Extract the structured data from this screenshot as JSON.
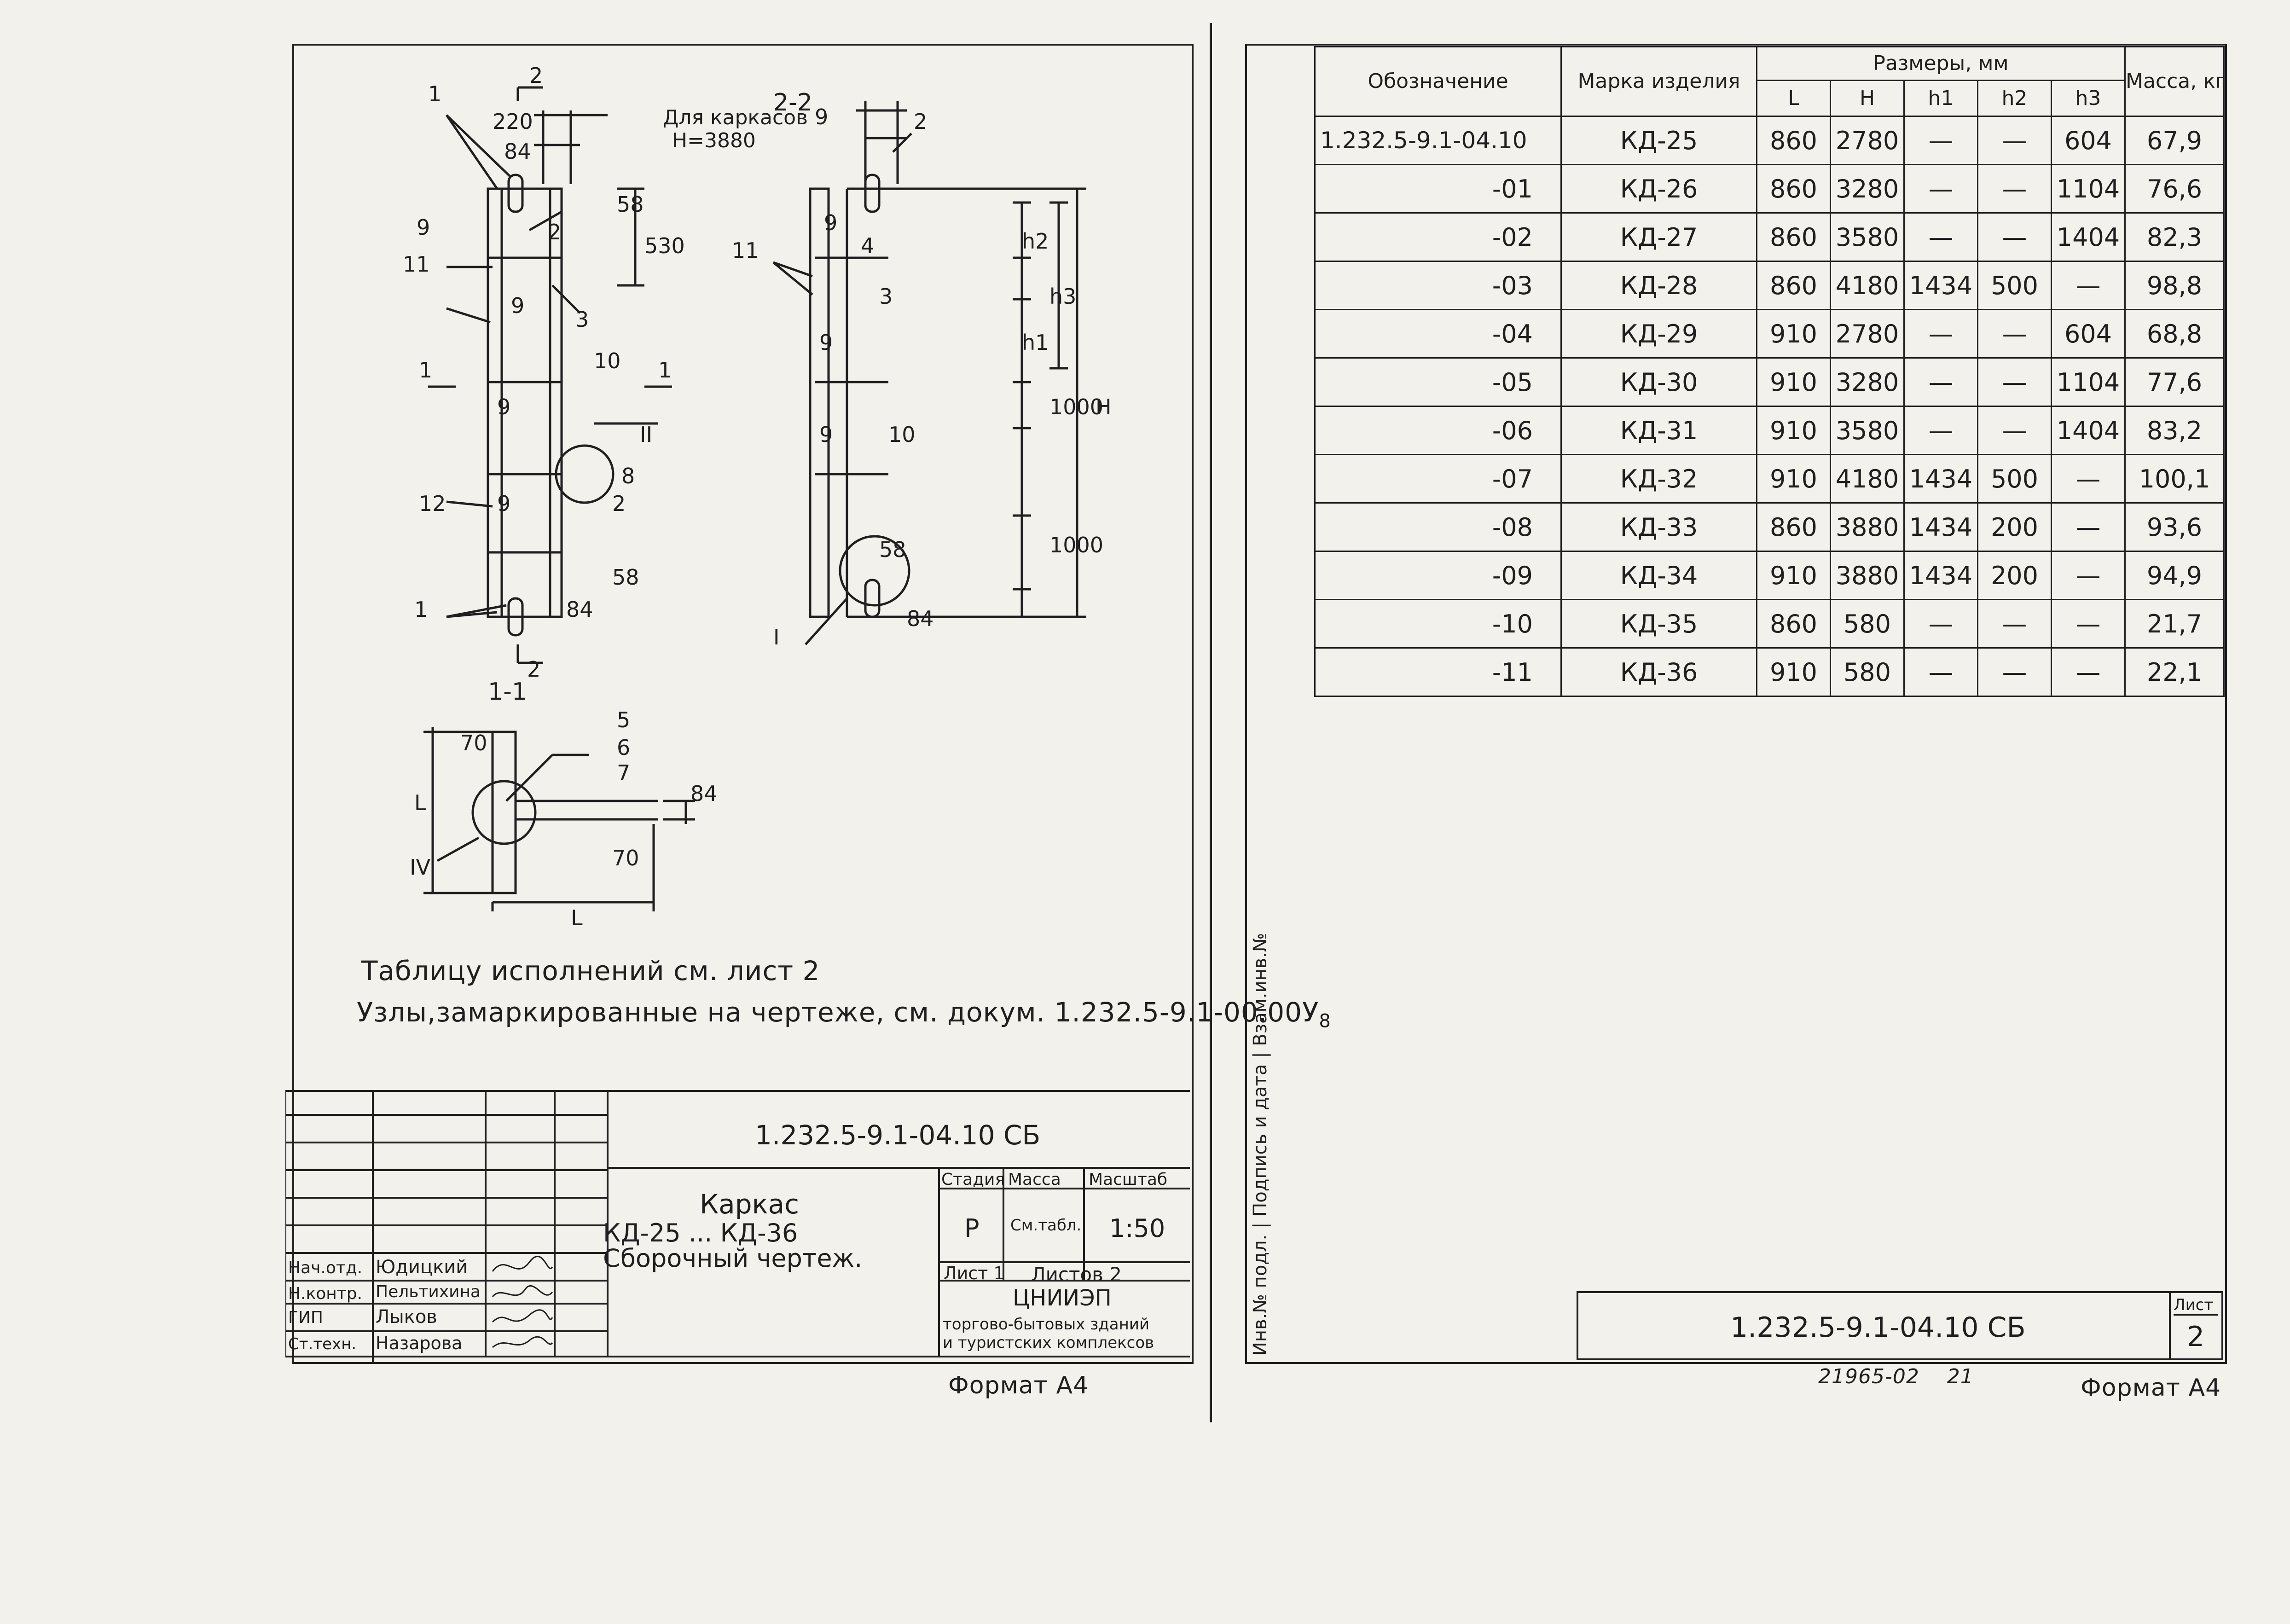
{
  "sheet1": {
    "section_22": "2-2",
    "section_11": "1-1",
    "frames_label": "Для каркасов",
    "frames_height": "Н=3880",
    "note_table": "Таблицу исполнений см. лист 2",
    "note_nodes": "Узлы,замаркированные на чертеже, см. докум. 1.232.5-9.1-00.00У",
    "note_nodes_sub": "8",
    "doc_code": "1.232.5-9.1-04.10 СБ",
    "title_main": "Каркас",
    "title_range": "КД-25 ... КД-36",
    "title_kind": "Сборочный чертеж.",
    "col_stage": "Стадия",
    "col_mass": "Масса",
    "col_scale": "Масштаб",
    "stage": "Р",
    "mass": "См.табл.",
    "scale": "1:50",
    "sheet_label": "Лист 1",
    "sheets_total": "Листов 2",
    "org_name": "ЦНИИЭП",
    "org_line1": "торгово-бытовых зданий",
    "org_line2": "и туристских комплексов",
    "format": "Формат А4",
    "signers": [
      {
        "role": "Нач.отд.",
        "name": "Юдицкий"
      },
      {
        "role": "Н.контр.",
        "name": "Пельтихина"
      },
      {
        "role": "ГИП",
        "name": "Лыков"
      },
      {
        "role": "Ст.техн.",
        "name": "Назарова"
      }
    ]
  },
  "sheet2": {
    "headers": {
      "designation": "Обозначение",
      "brand": "Марка изделия",
      "sizes": "Размеры, мм",
      "L": "L",
      "H": "H",
      "h1": "h1",
      "h2": "h2",
      "h3": "h3",
      "mass": "Масса, кг"
    },
    "rows": [
      {
        "des": "1.232.5-9.1-04.10",
        "brand": "КД-25",
        "L": "860",
        "H": "2780",
        "h1": "—",
        "h2": "—",
        "h3": "604",
        "mass": "67,9"
      },
      {
        "des": "-01",
        "brand": "КД-26",
        "L": "860",
        "H": "3280",
        "h1": "—",
        "h2": "—",
        "h3": "1104",
        "mass": "76,6"
      },
      {
        "des": "-02",
        "brand": "КД-27",
        "L": "860",
        "H": "3580",
        "h1": "—",
        "h2": "—",
        "h3": "1404",
        "mass": "82,3"
      },
      {
        "des": "-03",
        "brand": "КД-28",
        "L": "860",
        "H": "4180",
        "h1": "1434",
        "h2": "500",
        "h3": "—",
        "mass": "98,8"
      },
      {
        "des": "-04",
        "brand": "КД-29",
        "L": "910",
        "H": "2780",
        "h1": "—",
        "h2": "—",
        "h3": "604",
        "mass": "68,8"
      },
      {
        "des": "-05",
        "brand": "КД-30",
        "L": "910",
        "H": "3280",
        "h1": "—",
        "h2": "—",
        "h3": "1104",
        "mass": "77,6"
      },
      {
        "des": "-06",
        "brand": "КД-31",
        "L": "910",
        "H": "3580",
        "h1": "—",
        "h2": "—",
        "h3": "1404",
        "mass": "83,2"
      },
      {
        "des": "-07",
        "brand": "КД-32",
        "L": "910",
        "H": "4180",
        "h1": "1434",
        "h2": "500",
        "h3": "—",
        "mass": "100,1"
      },
      {
        "des": "-08",
        "brand": "КД-33",
        "L": "860",
        "H": "3880",
        "h1": "1434",
        "h2": "200",
        "h3": "—",
        "mass": "93,6"
      },
      {
        "des": "-09",
        "brand": "КД-34",
        "L": "910",
        "H": "3880",
        "h1": "1434",
        "h2": "200",
        "h3": "—",
        "mass": "94,9"
      },
      {
        "des": "-10",
        "brand": "КД-35",
        "L": "860",
        "H": "580",
        "h1": "—",
        "h2": "—",
        "h3": "—",
        "mass": "21,7"
      },
      {
        "des": "-11",
        "brand": "КД-36",
        "L": "910",
        "H": "580",
        "h1": "—",
        "h2": "—",
        "h3": "—",
        "mass": "22,1"
      }
    ],
    "side_strip": "Инв.№ подл. | Подпись и дата | Взам.инв.№",
    "doc_code": "1.232.5-9.1-04.10 СБ",
    "sheet_label": "Лист",
    "sheet_no": "2",
    "archive_no": "21965-02",
    "archive_page": "21",
    "format": "Формат А4"
  }
}
